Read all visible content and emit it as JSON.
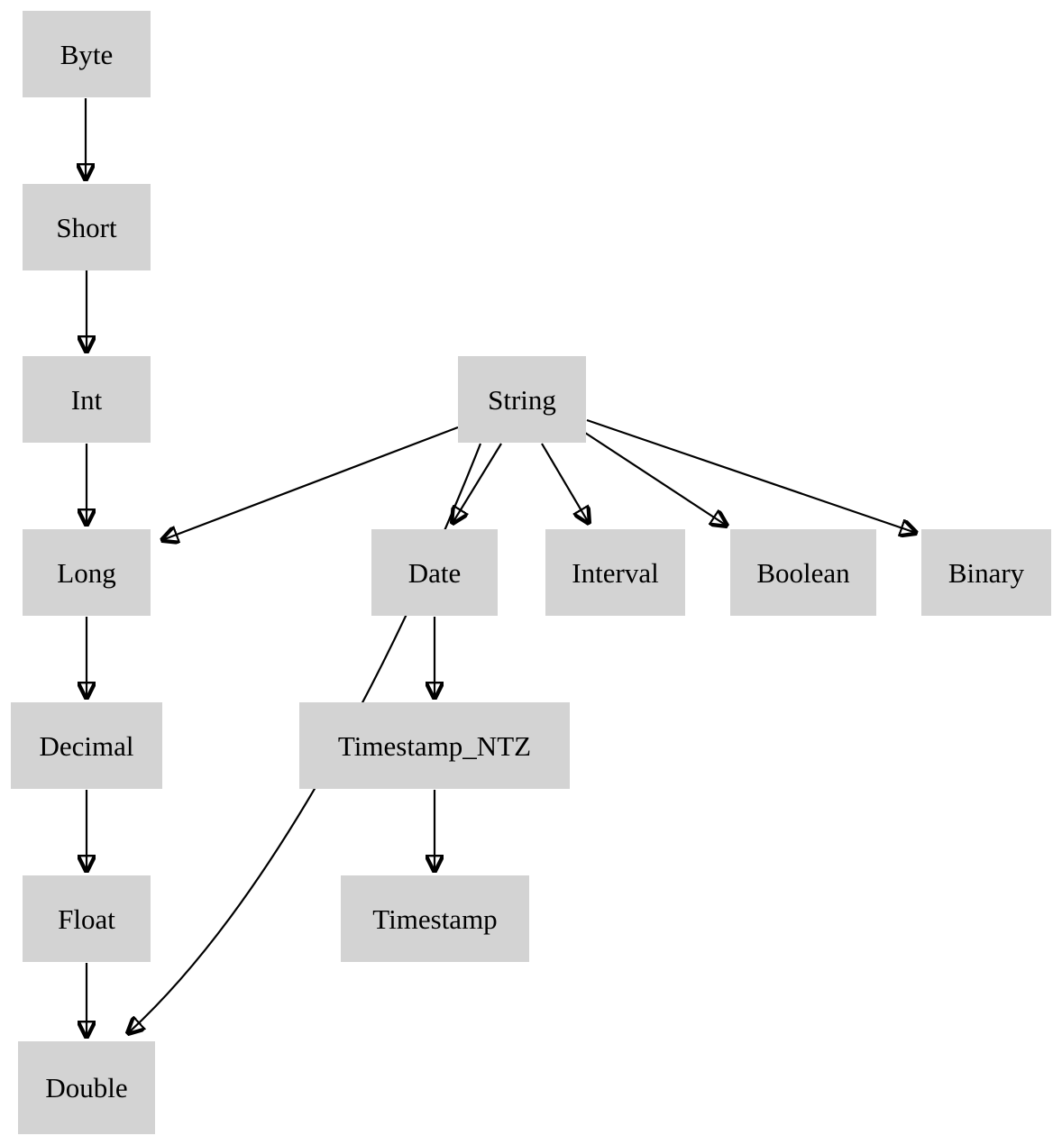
{
  "diagram": {
    "description": "Type promotion hierarchy diagram",
    "colors": {
      "background": "#ffffff",
      "node_fill": "#d3d3d3",
      "node_text": "#000000",
      "edge": "#000000"
    },
    "nodes": [
      {
        "id": "byte",
        "label": "Byte"
      },
      {
        "id": "short",
        "label": "Short"
      },
      {
        "id": "int",
        "label": "Int"
      },
      {
        "id": "string",
        "label": "String"
      },
      {
        "id": "long",
        "label": "Long"
      },
      {
        "id": "date",
        "label": "Date"
      },
      {
        "id": "interval",
        "label": "Interval"
      },
      {
        "id": "boolean",
        "label": "Boolean"
      },
      {
        "id": "binary",
        "label": "Binary"
      },
      {
        "id": "decimal",
        "label": "Decimal"
      },
      {
        "id": "timestamp_ntz",
        "label": "Timestamp_NTZ"
      },
      {
        "id": "float",
        "label": "Float"
      },
      {
        "id": "timestamp",
        "label": "Timestamp"
      },
      {
        "id": "double",
        "label": "Double"
      }
    ],
    "edges": [
      {
        "from": "Byte",
        "to": "Short"
      },
      {
        "from": "Short",
        "to": "Int"
      },
      {
        "from": "Int",
        "to": "Long"
      },
      {
        "from": "Long",
        "to": "Decimal"
      },
      {
        "from": "Decimal",
        "to": "Float"
      },
      {
        "from": "Float",
        "to": "Double"
      },
      {
        "from": "String",
        "to": "Long"
      },
      {
        "from": "String",
        "to": "Double"
      },
      {
        "from": "String",
        "to": "Date"
      },
      {
        "from": "String",
        "to": "Interval"
      },
      {
        "from": "String",
        "to": "Boolean"
      },
      {
        "from": "String",
        "to": "Binary"
      },
      {
        "from": "Date",
        "to": "Timestamp_NTZ"
      },
      {
        "from": "Timestamp_NTZ",
        "to": "Timestamp"
      }
    ]
  }
}
